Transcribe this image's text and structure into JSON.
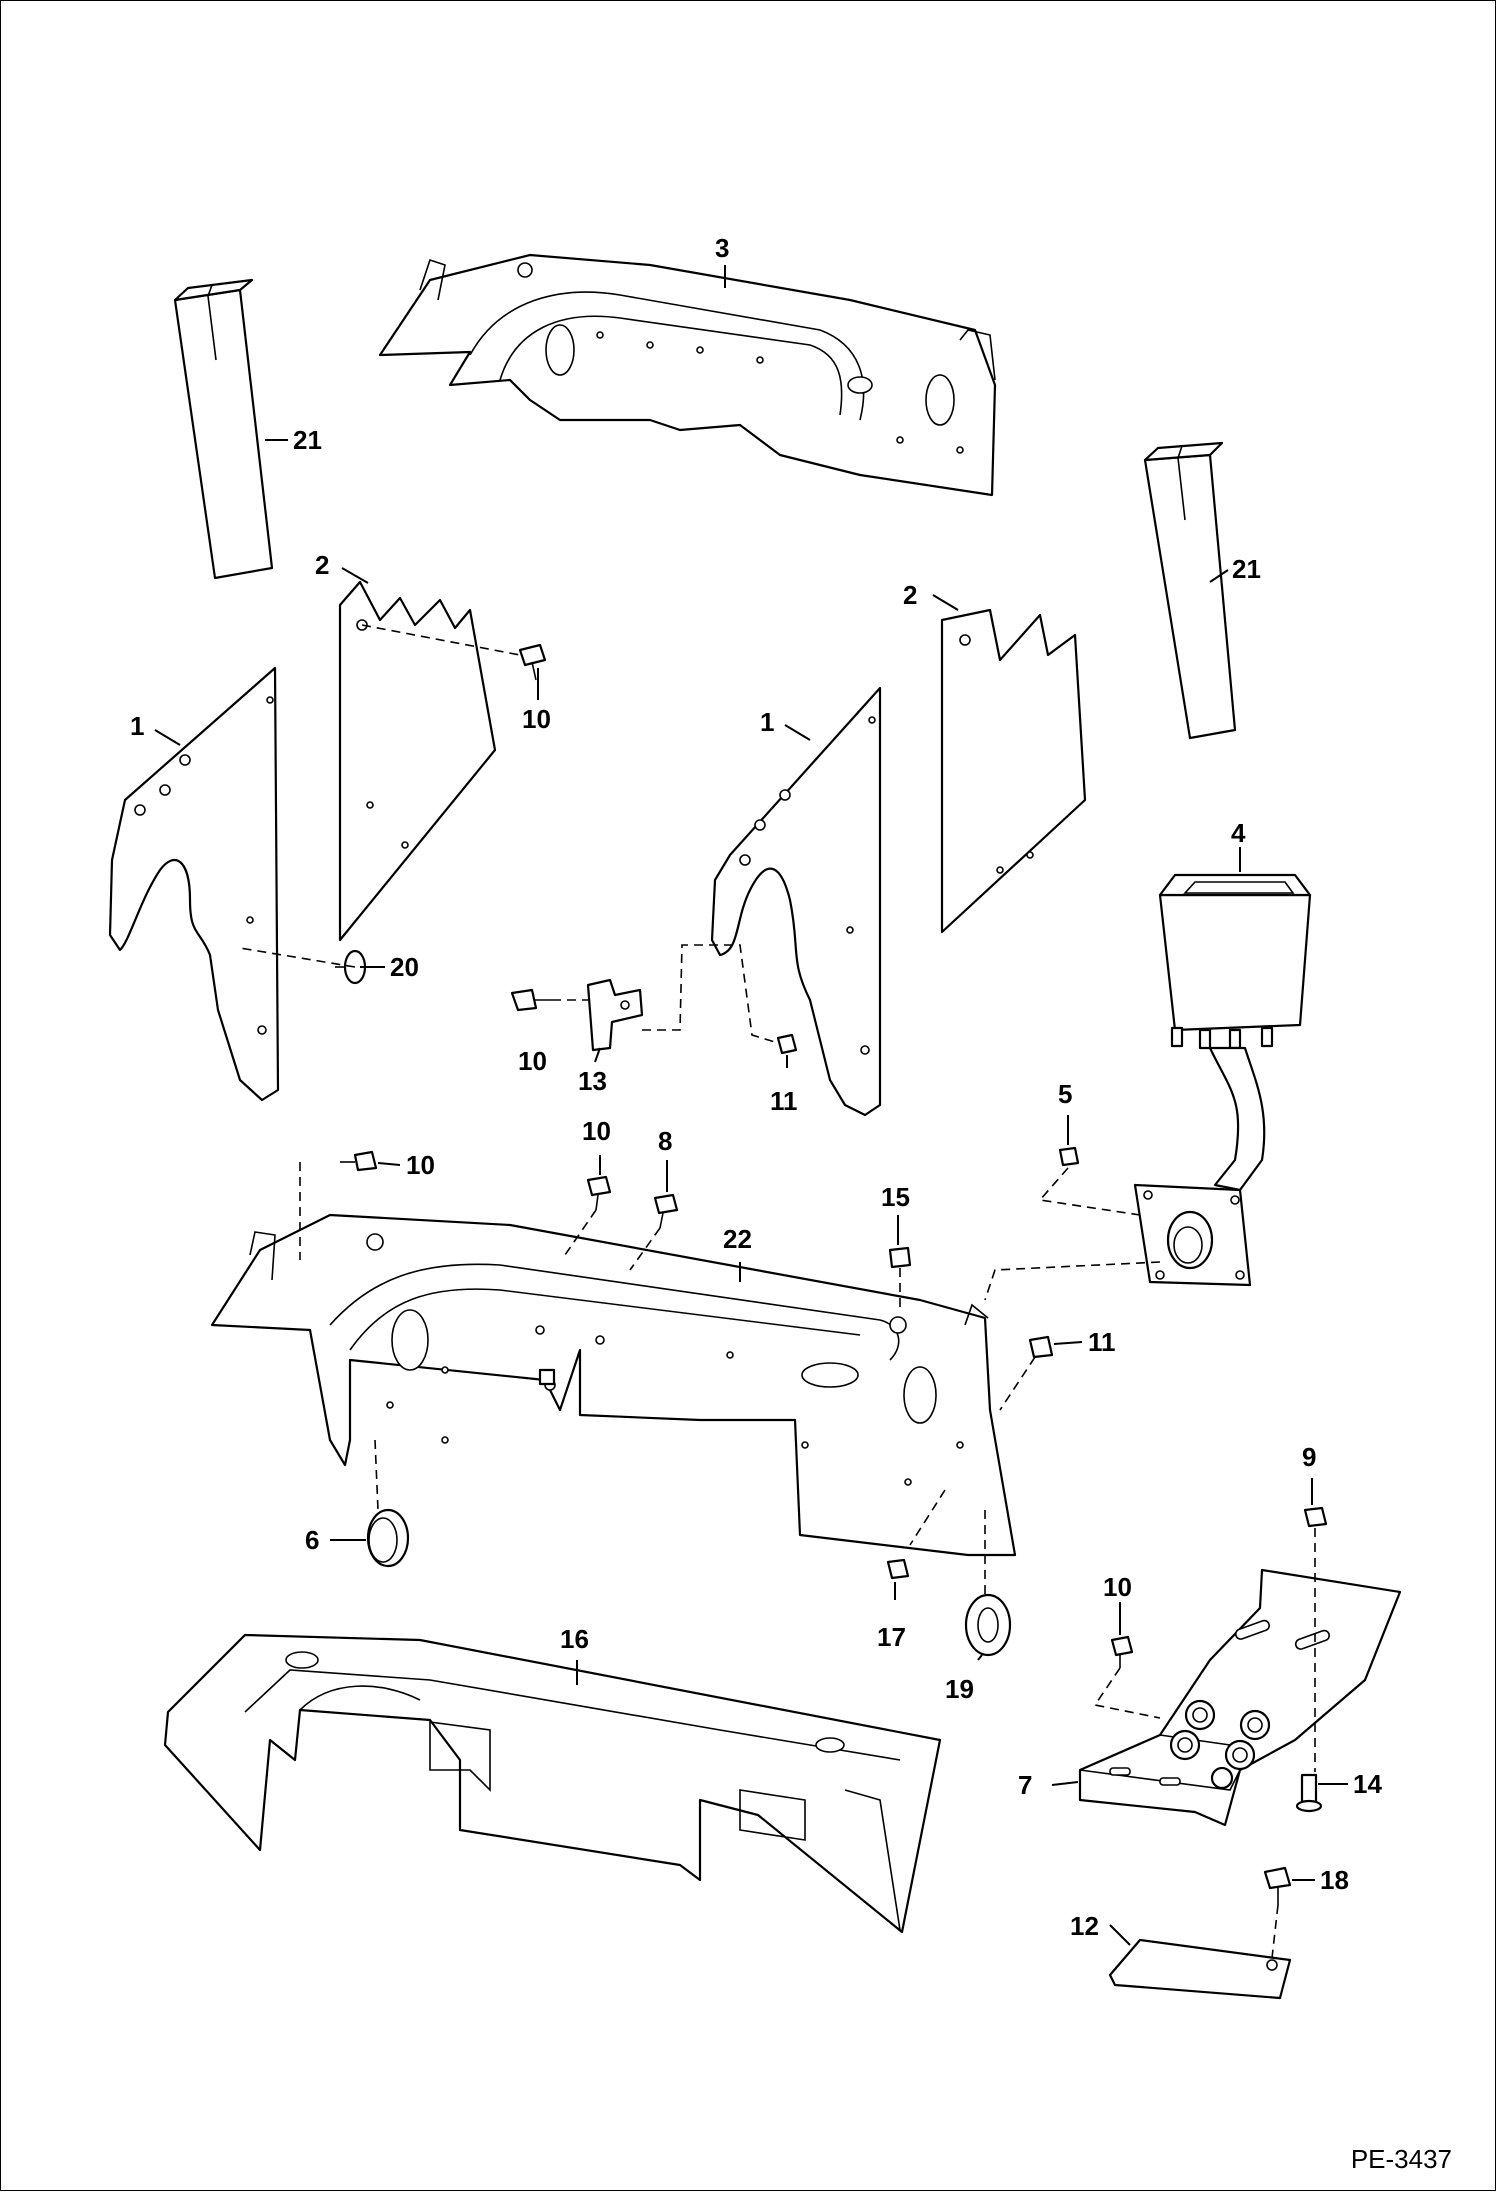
{
  "drawing_id": "PE-3437",
  "callouts": {
    "c1a": "1",
    "c1b": "1",
    "c2a": "2",
    "c2b": "2",
    "c3": "3",
    "c4": "4",
    "c5": "5",
    "c6": "6",
    "c7": "7",
    "c8": "8",
    "c9": "9",
    "c10a": "10",
    "c10b": "10",
    "c10c": "10",
    "c10d": "10",
    "c10e": "10",
    "c11a": "11",
    "c11b": "11",
    "c12": "12",
    "c13": "13",
    "c14": "14",
    "c15": "15",
    "c16": "16",
    "c17": "17",
    "c18": "18",
    "c19": "19",
    "c20": "20",
    "c21a": "21",
    "c21b": "21",
    "c22": "22"
  }
}
